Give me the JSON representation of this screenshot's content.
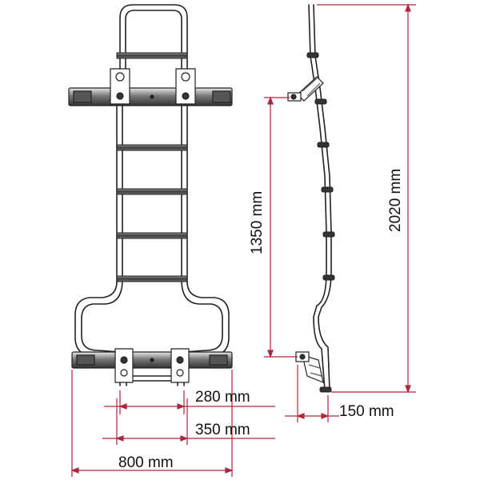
{
  "figure": {
    "dimensions": {
      "d280": "280 mm",
      "d350": "350 mm",
      "d800": "800 mm",
      "d1350": "1350 mm",
      "d2020": "2020 mm",
      "d150": "150 mm"
    },
    "colors": {
      "dimension_line": "#b0263c",
      "drawing_line": "#222222",
      "ladder_fill": "#ffffff",
      "step_dark": "#3a3a3a",
      "step_light": "#8f8f8f"
    }
  }
}
